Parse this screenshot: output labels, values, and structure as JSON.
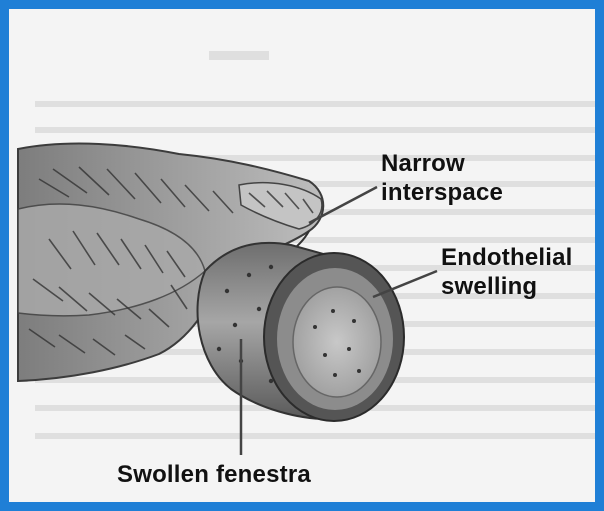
{
  "labels": {
    "narrow_interspace": "Narrow\ninterspace",
    "endothelial_swelling": "Endothelial\nswelling",
    "swollen_fenestra": "Swollen fenestra"
  },
  "colors": {
    "frame_border": "#1f7fd6",
    "background": "#f4f4f4",
    "tissue_dark": "#555555",
    "tissue_light": "#cfcfcf",
    "vessel_wall": "#8a8a8a",
    "lumen": "#b4b4b4",
    "leader_line": "#444444"
  }
}
